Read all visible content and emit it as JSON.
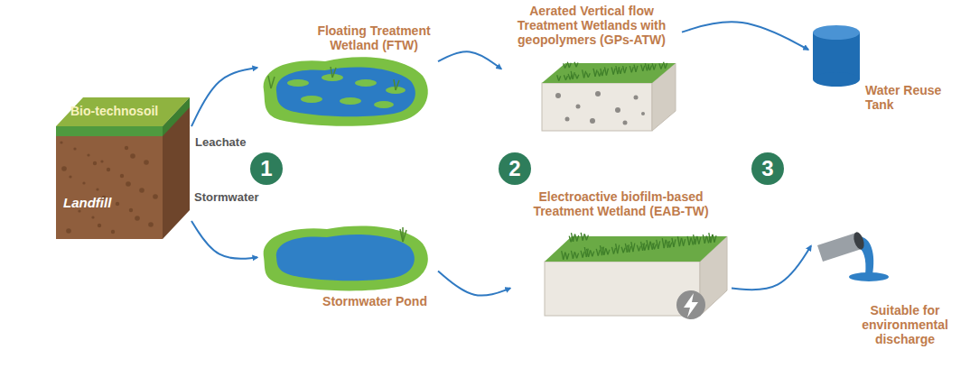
{
  "diagram": {
    "nodes": [
      {
        "text": [
          "Bio-technosoil",
          "Landfill"
        ]
      },
      {
        "text": [
          "Floating Treatment Wetland (FTW)"
        ]
      },
      {
        "text": [
          "1"
        ]
      },
      {
        "text": [
          "Stormwater Pond"
        ]
      },
      {
        "text": [
          "Aerated Vertical flow Treatment Wetlands with geopolymers (GPs-ATW)"
        ]
      },
      {
        "text": [
          "2"
        ]
      },
      {
        "text": [
          "Electroactive biofilm-based Treatment Wetland (EAB-TW)"
        ]
      },
      {
        "text": [
          "3"
        ]
      },
      {
        "text": [
          "Water Reuse Tank"
        ]
      },
      {
        "text": [
          "Suitable for environmental discharge"
        ]
      }
    ],
    "edges": [
      {
        "from": 0,
        "to": 1,
        "label": "Leachate",
        "arrow": "to"
      },
      {
        "from": 0,
        "to": 3,
        "label": "Stormwater",
        "arrow": "to"
      },
      {
        "from": 1,
        "to": 4,
        "arrow": "to"
      },
      {
        "from": 3,
        "to": 6,
        "arrow": "to"
      },
      {
        "from": 4,
        "to": 8,
        "arrow": "to"
      },
      {
        "from": 6,
        "to": 9,
        "arrow": "to"
      }
    ]
  }
}
